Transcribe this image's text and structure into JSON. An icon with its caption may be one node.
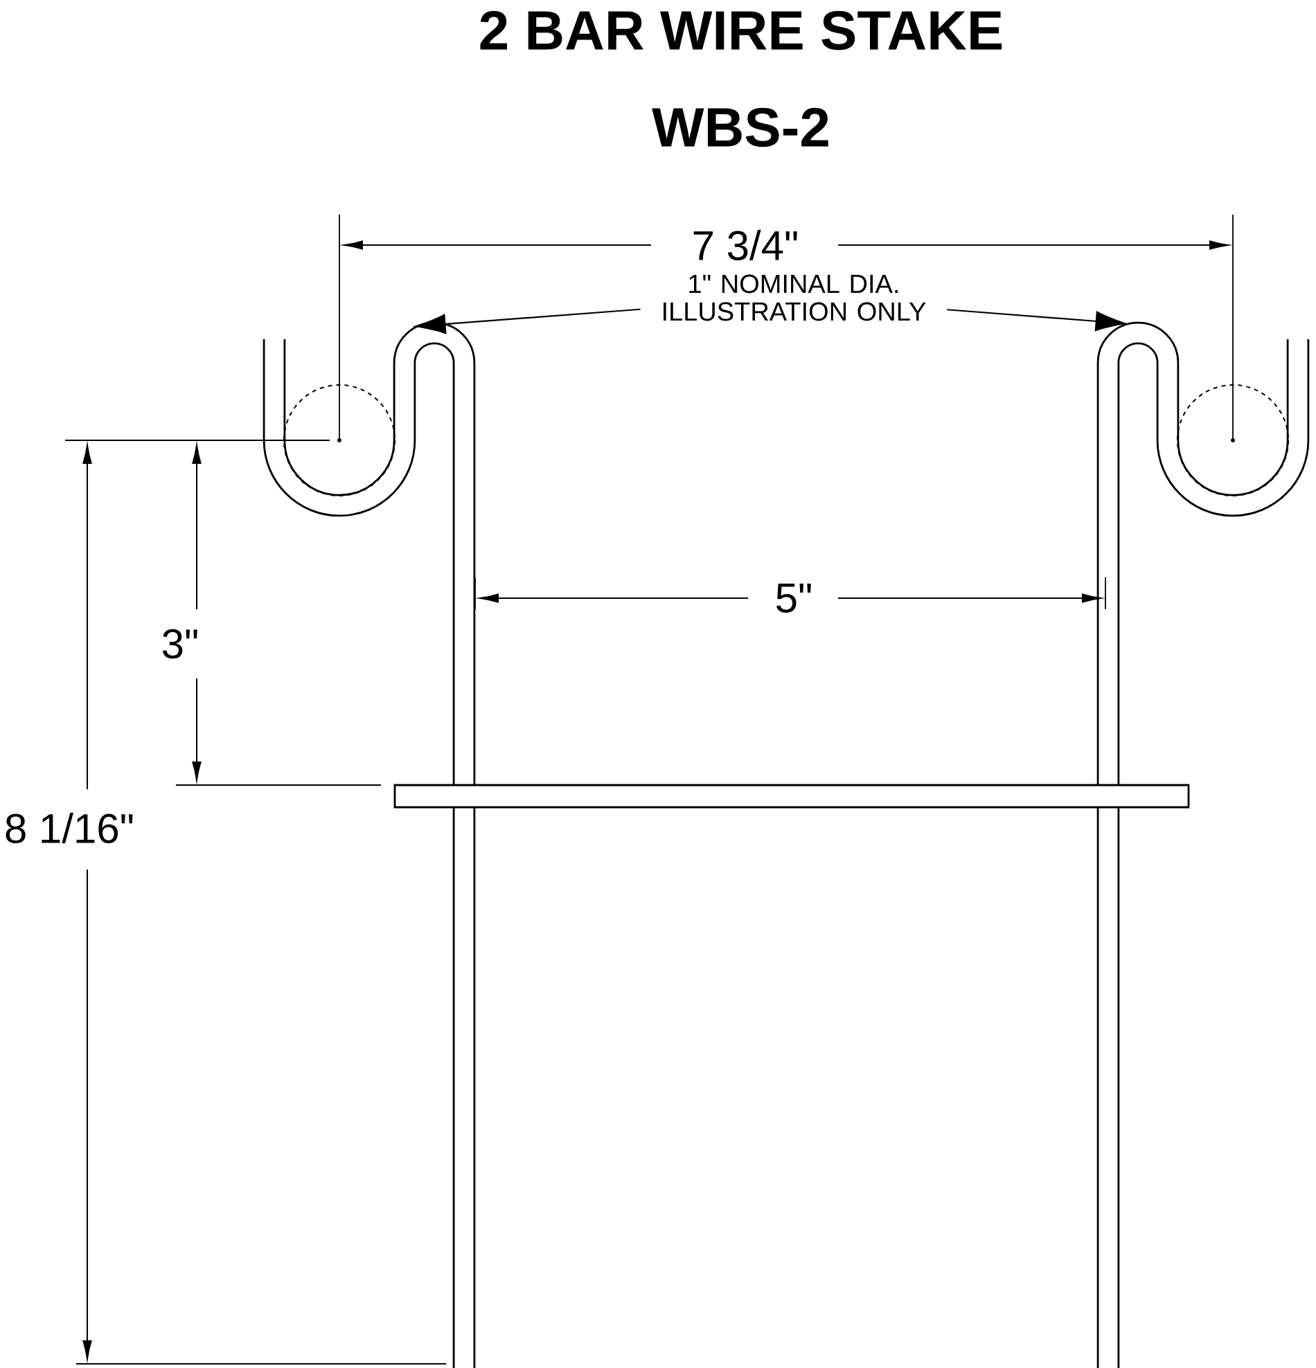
{
  "diagram": {
    "title": "2 BAR WIRE STAKE",
    "nodes": [
      {
        "text": [
          "1\" NOMINAL DIA. ILLUSTRATION ONLY"
        ]
      },
      {
        "text": [],
        "shape": "picture"
      },
      {
        "text": [],
        "shape": "picture"
      },
      {
        "text": [],
        "shape": "bar"
      }
    ],
    "edges": [
      {
        "from": 0,
        "to": 1,
        "arrow": "to"
      },
      {
        "from": 0,
        "to": 2,
        "arrow": "to"
      }
    ],
    "labels": [
      "WBS-2",
      "7 3/4\"",
      "5\"",
      "3\"",
      "8 1/16\""
    ]
  }
}
